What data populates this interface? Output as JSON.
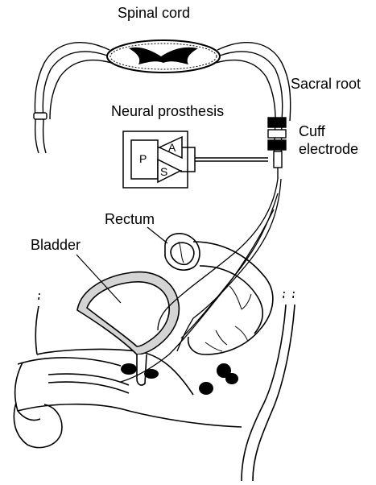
{
  "labels": {
    "spinal_cord": "Spinal cord",
    "sacral_root": "Sacral root",
    "neural_prosthesis": "Neural prosthesis",
    "cuff": "Cuff",
    "electrode": "electrode",
    "rectum": "Rectum",
    "bladder": "Bladder"
  },
  "prosthesis_box": {
    "p": "P",
    "a": "A",
    "s": "S"
  },
  "colors": {
    "ink": "#000000",
    "tissue": "#ffffff",
    "bladder_wall": "#d4d4d4"
  }
}
